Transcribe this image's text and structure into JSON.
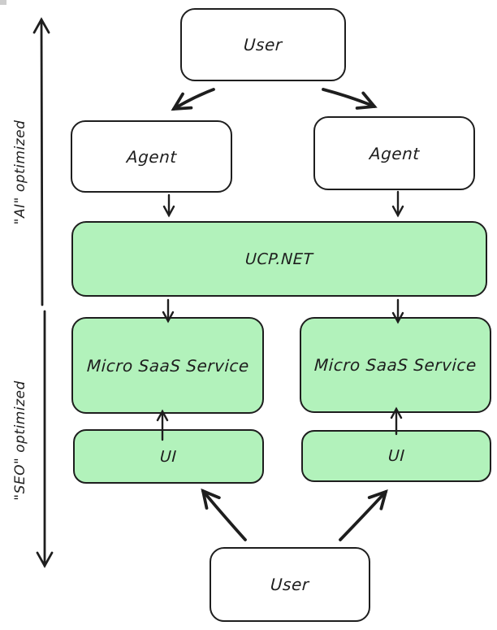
{
  "diagram": {
    "background": "#ffffff",
    "stroke_color": "#1e1e1e",
    "fill_green": "#b2f2bb",
    "fill_white": "#ffffff",
    "side_axis": {
      "ai_label": "\"AI\" optimized",
      "seo_label": "\"SEO\" optimized"
    },
    "nodes": [
      {
        "id": "user-top",
        "label": "User",
        "fill": "#ffffff"
      },
      {
        "id": "agent-left",
        "label": "Agent",
        "fill": "#ffffff"
      },
      {
        "id": "agent-right",
        "label": "Agent",
        "fill": "#ffffff"
      },
      {
        "id": "ucp-net",
        "label": "UCP.NET",
        "fill": "#b2f2bb"
      },
      {
        "id": "micro-saas-left",
        "label": "Micro SaaS Service",
        "fill": "#b2f2bb"
      },
      {
        "id": "micro-saas-right",
        "label": "Micro SaaS Service",
        "fill": "#b2f2bb"
      },
      {
        "id": "ui-left",
        "label": "UI",
        "fill": "#b2f2bb"
      },
      {
        "id": "ui-right",
        "label": "UI",
        "fill": "#b2f2bb"
      },
      {
        "id": "user-bottom",
        "label": "User",
        "fill": "#ffffff"
      }
    ],
    "edges": [
      {
        "from": "user-top",
        "to": "agent-left"
      },
      {
        "from": "user-top",
        "to": "agent-right"
      },
      {
        "from": "agent-left",
        "to": "ucp-net"
      },
      {
        "from": "agent-right",
        "to": "ucp-net"
      },
      {
        "from": "ucp-net",
        "to": "micro-saas-left"
      },
      {
        "from": "ucp-net",
        "to": "micro-saas-right"
      },
      {
        "from": "ui-left",
        "to": "micro-saas-left"
      },
      {
        "from": "ui-right",
        "to": "micro-saas-right"
      },
      {
        "from": "user-bottom",
        "to": "ui-left"
      },
      {
        "from": "user-bottom",
        "to": "ui-right"
      }
    ]
  }
}
